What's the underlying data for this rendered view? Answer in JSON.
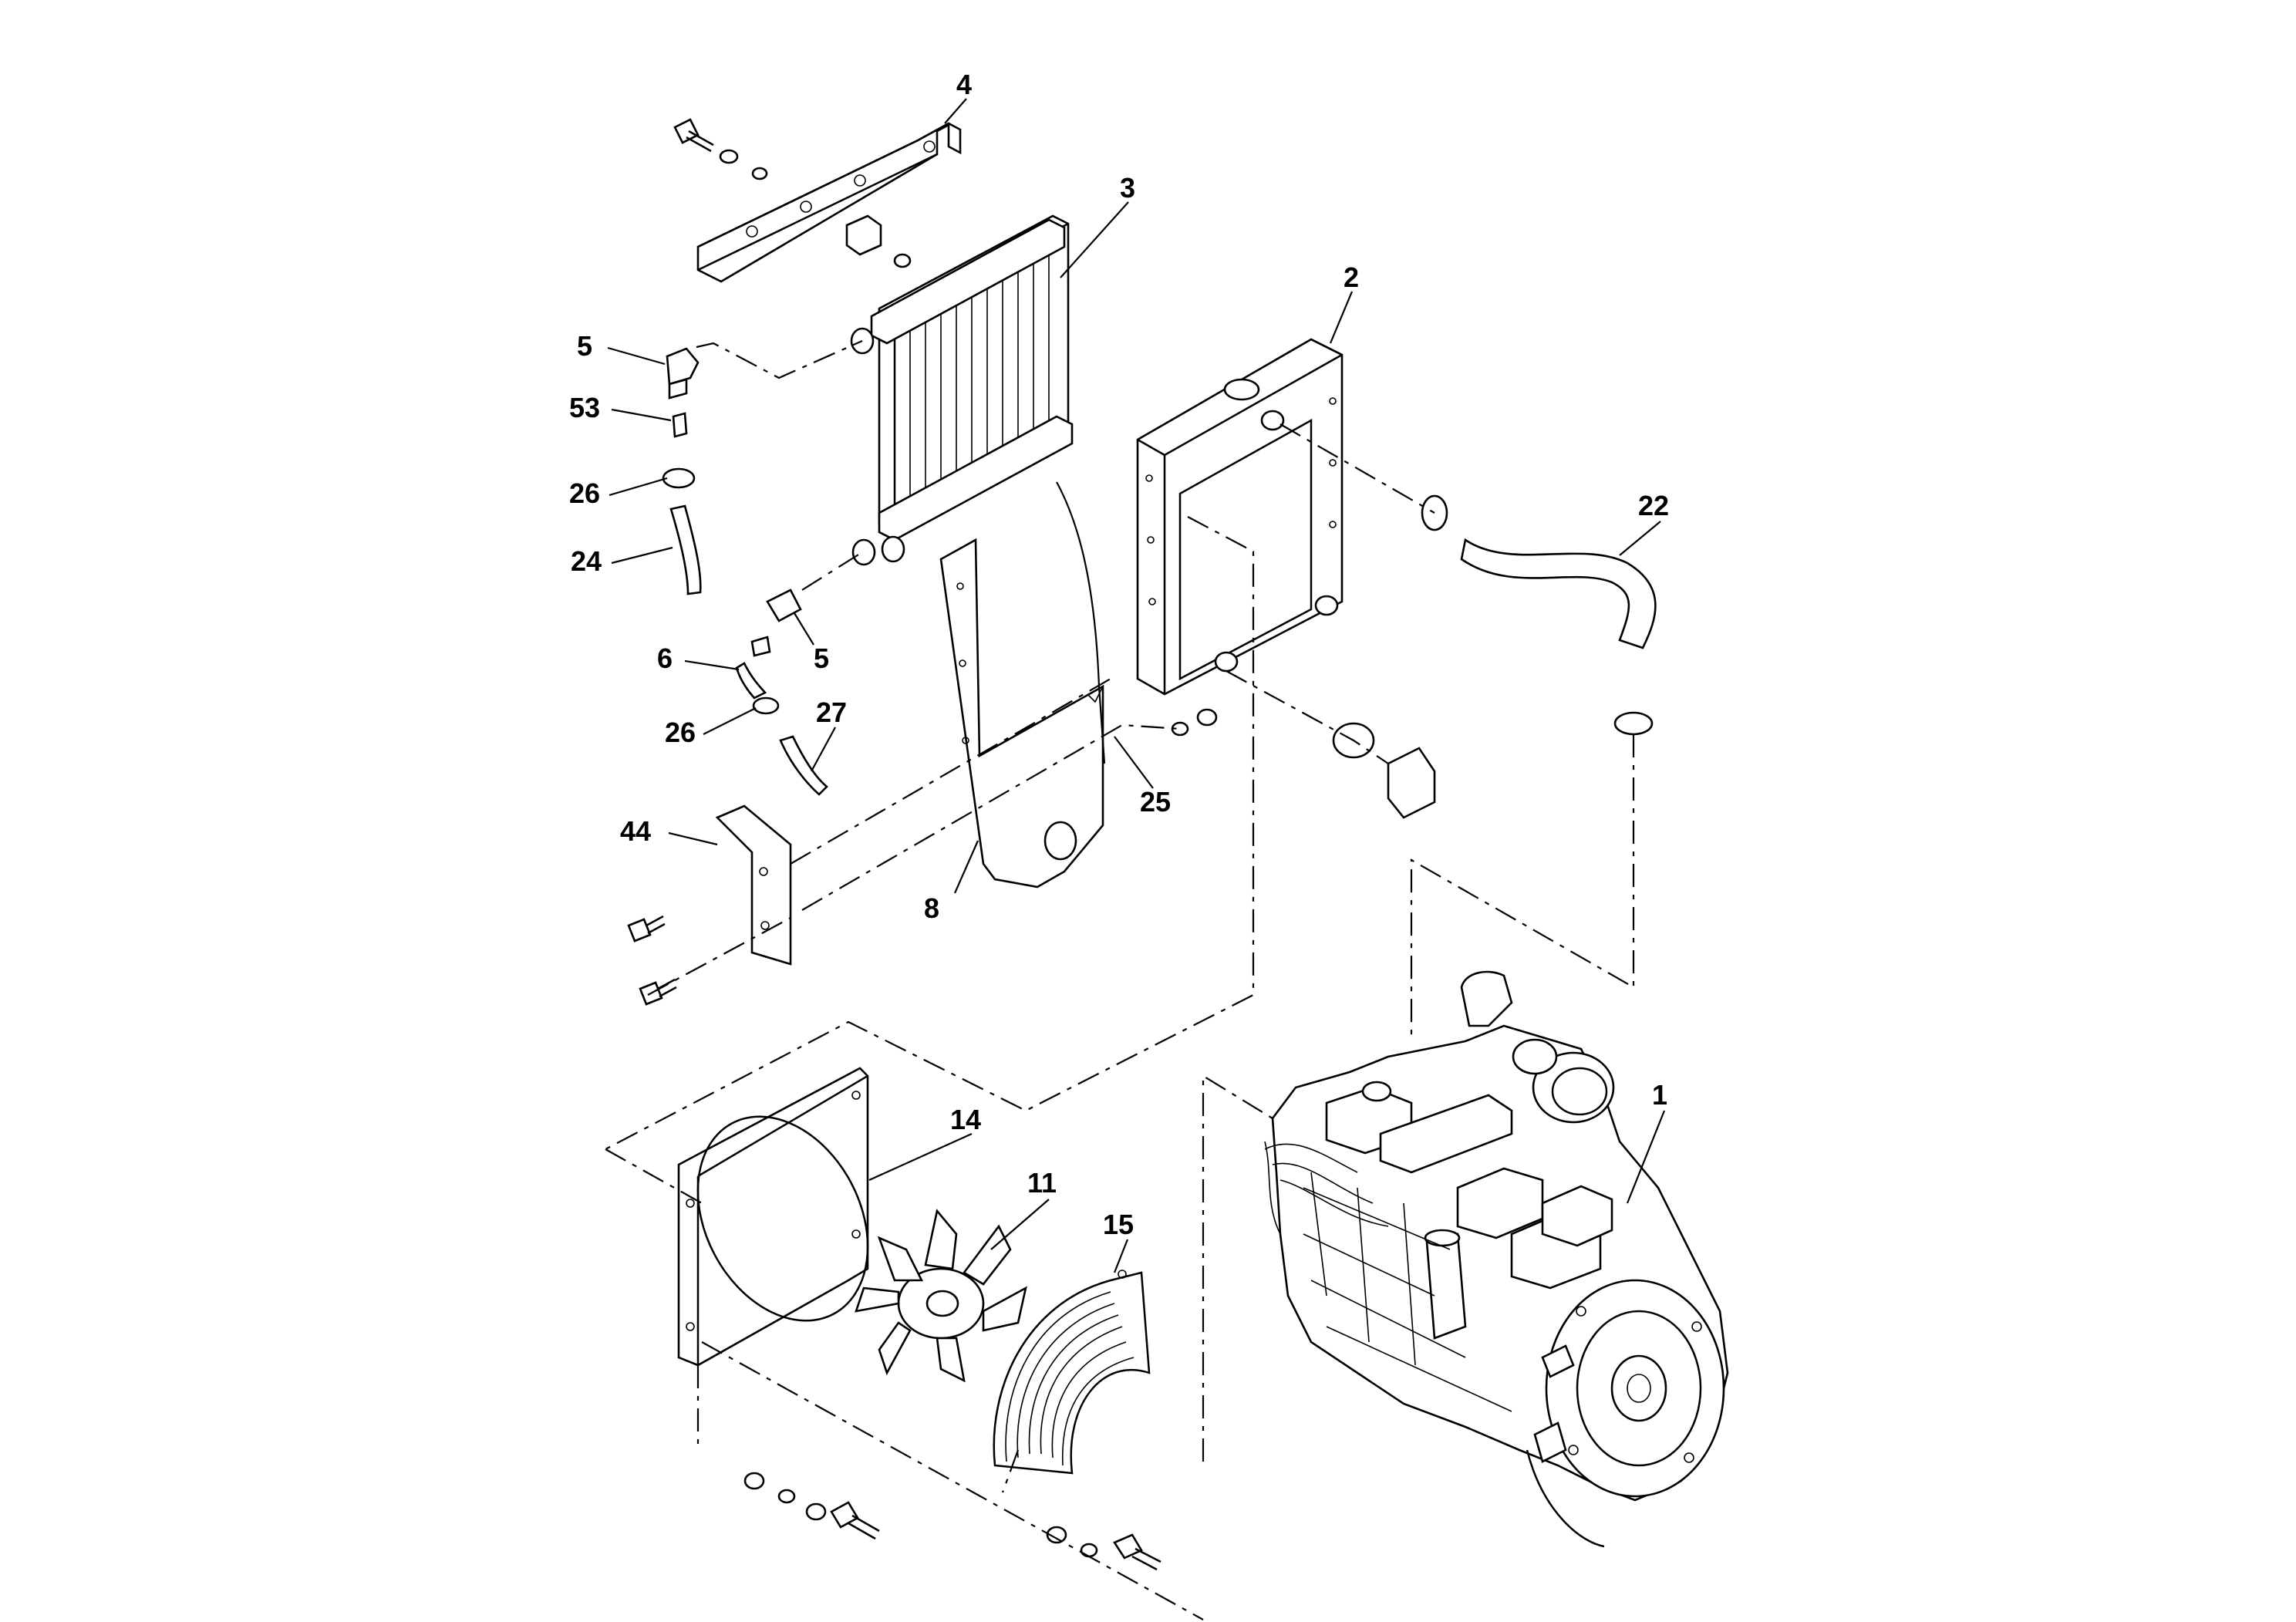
{
  "callouts": [
    {
      "id": "c4",
      "label": "4"
    },
    {
      "id": "c3",
      "label": "3"
    },
    {
      "id": "c2",
      "label": "2"
    },
    {
      "id": "c5a",
      "label": "5"
    },
    {
      "id": "c53",
      "label": "53"
    },
    {
      "id": "c26a",
      "label": "26"
    },
    {
      "id": "c24",
      "label": "24"
    },
    {
      "id": "c22",
      "label": "22"
    },
    {
      "id": "c5b",
      "label": "5"
    },
    {
      "id": "c6",
      "label": "6"
    },
    {
      "id": "c26b",
      "label": "26"
    },
    {
      "id": "c27",
      "label": "27"
    },
    {
      "id": "c25",
      "label": "25"
    },
    {
      "id": "c44",
      "label": "44"
    },
    {
      "id": "c8",
      "label": "8"
    },
    {
      "id": "c1",
      "label": "1"
    },
    {
      "id": "c14",
      "label": "14"
    },
    {
      "id": "c11",
      "label": "11"
    },
    {
      "id": "c15",
      "label": "15"
    }
  ]
}
